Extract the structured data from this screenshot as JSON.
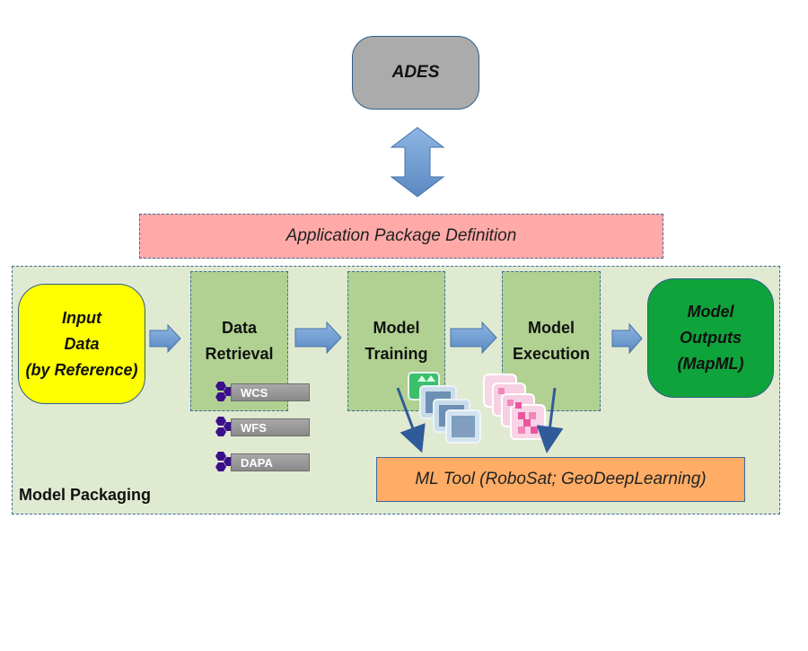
{
  "ades": {
    "label": "ADES"
  },
  "application_package": {
    "label": "Application Package Definition"
  },
  "model_packaging": {
    "label": "Model Packaging"
  },
  "input_data": {
    "lines": [
      "Input",
      "Data",
      "(by Reference)"
    ]
  },
  "data_retrieval": {
    "lines": [
      "Data",
      "Retrieval"
    ]
  },
  "model_training": {
    "lines": [
      "Model",
      "Training"
    ]
  },
  "model_execution": {
    "lines": [
      "Model",
      "Execution"
    ]
  },
  "model_outputs": {
    "lines": [
      "Model",
      "Outputs",
      "(MapML)"
    ]
  },
  "ml_tool": {
    "label": "ML Tool (RoboSat; GeoDeepLearning)"
  },
  "services": [
    {
      "label": "WCS",
      "icon": "hexagon-cluster-icon"
    },
    {
      "label": "WFS",
      "icon": "hexagon-cluster-icon"
    },
    {
      "label": "DAPA",
      "icon": "hexagon-cluster-icon"
    }
  ],
  "colors": {
    "ades": "#ababab",
    "application_package": "#ffaaa8",
    "model_packaging": "#e0ead1",
    "input_data": "#ffff00",
    "steps": "#b1d192",
    "model_outputs": "#0fa33b",
    "ml_tool": "#ffad66",
    "arrow": "#6b9bd0",
    "service_icon": "#3b0f8c"
  }
}
